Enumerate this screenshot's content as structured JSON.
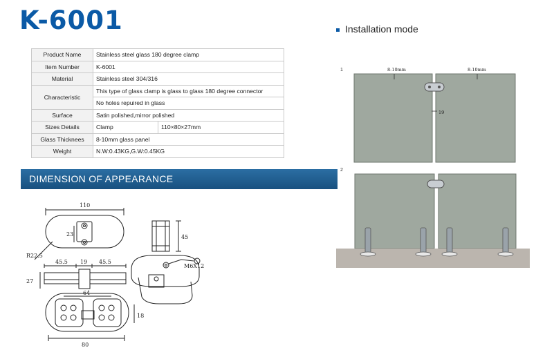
{
  "product_code": "K-6001",
  "installation": {
    "title": "Installation mode",
    "diagram1": {
      "number": "1",
      "gap_left": "8-10mm",
      "gap_right": "8-10mm",
      "thickness": "19"
    },
    "diagram2": {
      "number": "2"
    }
  },
  "specs": {
    "rows": [
      {
        "label": "Product Name",
        "value": "Stainless steel glass 180 degree clamp"
      },
      {
        "label": "Item Number",
        "value": "K-6001"
      },
      {
        "label": "Material",
        "value": "Stainless steel 304/316"
      },
      {
        "label": "Characteristic",
        "value": "This type of glass clamp is glass to glass 180 degree connector",
        "value2": "No holes repuired in glass"
      },
      {
        "label": "Surface",
        "value": "Satin polished,mirror polished"
      },
      {
        "label": "Sizes Details",
        "value": "Clamp",
        "value_extra": "110×80×27mm"
      },
      {
        "label": "Glass Thicknees",
        "value": "8-10mm glass panel"
      },
      {
        "label": "Weight",
        "value": "N.W:0.43KG,G.W:0.45KG"
      }
    ]
  },
  "dimension": {
    "title": "DIMENSION OF APPEARANCE",
    "labels": {
      "length": "110",
      "radius": "R22.5",
      "hole_spacing": "23",
      "height": "45",
      "left_half": "45.5",
      "gap": "19",
      "right_half": "45.5",
      "thickness": "27",
      "bottom_spacing": "64",
      "bottom_width": "80",
      "bottom_height": "18",
      "screw": "M6X12"
    }
  },
  "colors": {
    "brand_blue": "#0b5aa6",
    "bar_blue": "#1f5f93",
    "glass": "#9fa89f"
  }
}
